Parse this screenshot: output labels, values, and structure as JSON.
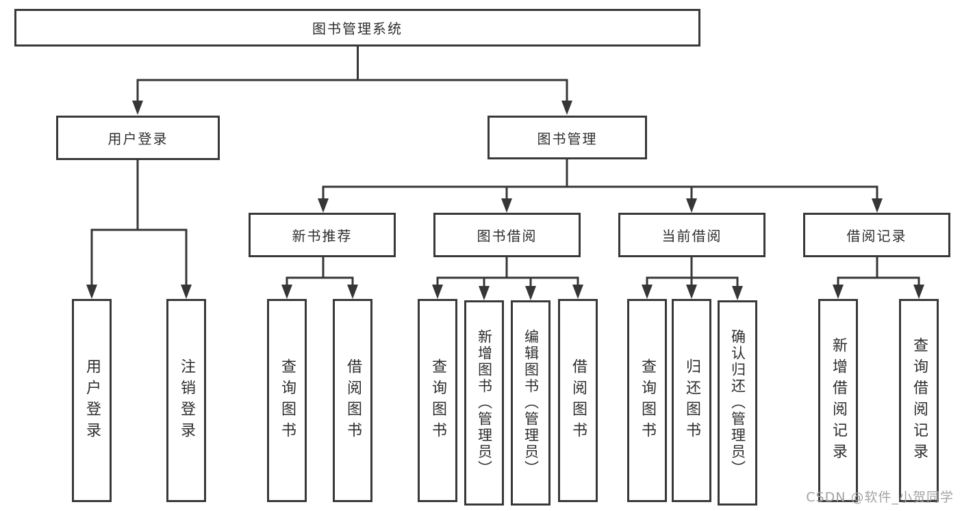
{
  "diagram": {
    "root": {
      "label": "图书管理系统"
    },
    "level2": [
      {
        "label": "用户登录"
      },
      {
        "label": "图书管理"
      }
    ],
    "level3": [
      {
        "label": "新书推荐"
      },
      {
        "label": "图书借阅"
      },
      {
        "label": "当前借阅"
      },
      {
        "label": "借阅记录"
      }
    ],
    "level4": [
      {
        "label": "用户登录"
      },
      {
        "label": "注销登录"
      },
      {
        "label": "查询图书"
      },
      {
        "label": "借阅图书"
      },
      {
        "label": "查询图书"
      },
      {
        "label": "新增图书（管理员）"
      },
      {
        "label": "编辑图书（管理员）"
      },
      {
        "label": "借阅图书"
      },
      {
        "label": "查询图书"
      },
      {
        "label": "归还图书"
      },
      {
        "label": "确认归还（管理员）"
      },
      {
        "label": "新增借阅记录"
      },
      {
        "label": "查询借阅记录"
      }
    ]
  },
  "watermark": {
    "text": "CSDN @软件_小贺同学"
  },
  "colors": {
    "line": "#363636",
    "box_border": "#383838",
    "text": "#2d2d2d",
    "watermark": "#a3a3a3",
    "background": "#ffffff"
  }
}
